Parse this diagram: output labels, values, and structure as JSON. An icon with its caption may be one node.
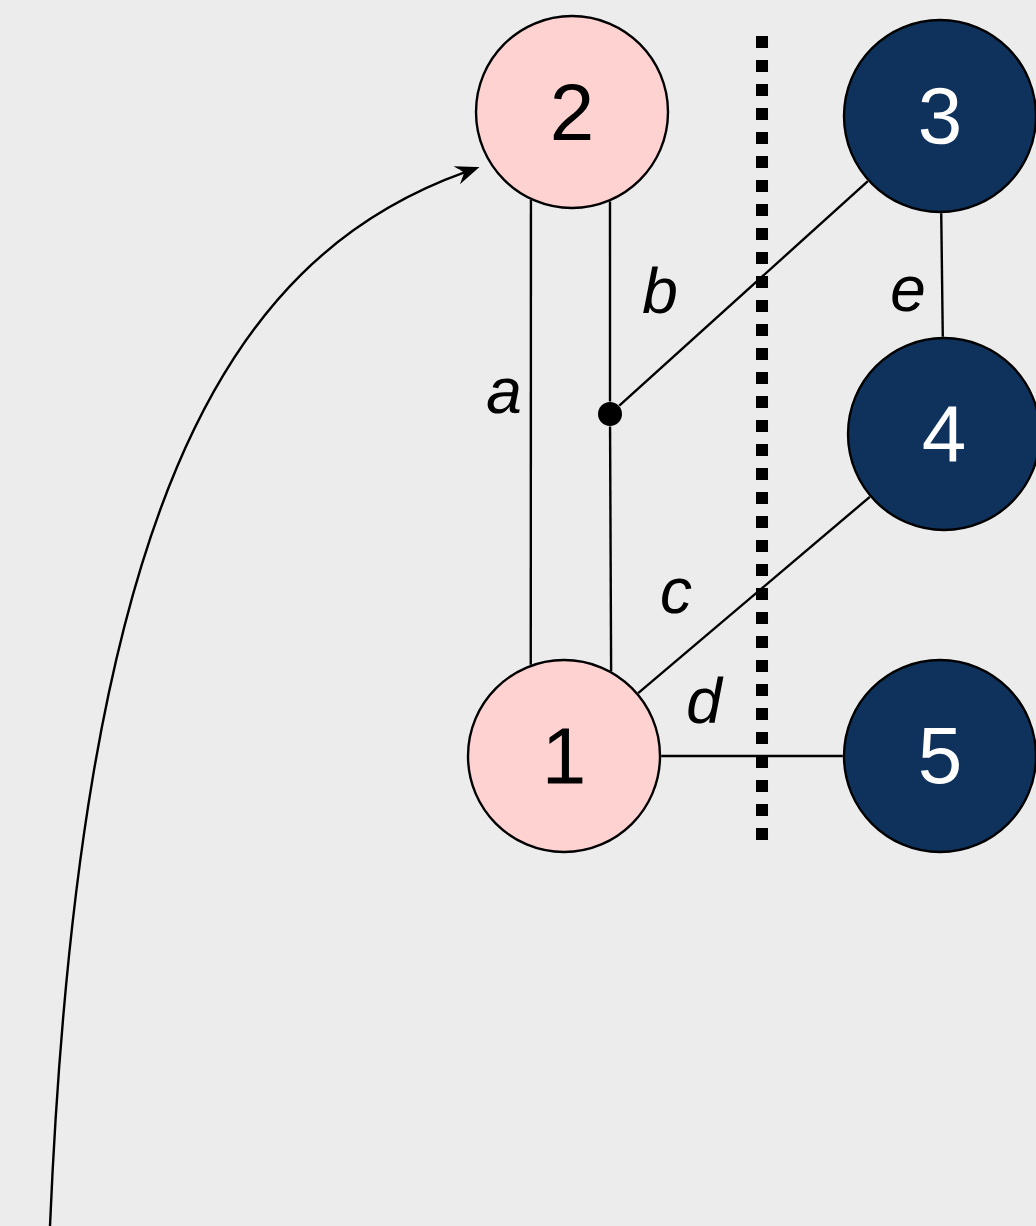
{
  "diagram": {
    "nodes": [
      {
        "text": [
          "1"
        ]
      },
      {
        "text": [
          "2"
        ]
      },
      {
        "text": [
          "3"
        ]
      },
      {
        "text": [
          "4"
        ]
      },
      {
        "text": [
          "5"
        ]
      },
      {
        "text": [],
        "shape": "circle"
      }
    ],
    "edges": [
      {
        "from": 1,
        "to": 0,
        "arrow": "none",
        "label": "a"
      },
      {
        "from": 1,
        "to": 5,
        "arrow": "none"
      },
      {
        "from": 5,
        "to": 0,
        "arrow": "none"
      },
      {
        "from": 2,
        "to": 5,
        "arrow": "none",
        "label": "b"
      },
      {
        "from": 3,
        "to": 0,
        "arrow": "none",
        "label": "c"
      },
      {
        "from": 0,
        "to": 4,
        "arrow": "none",
        "label": "d"
      },
      {
        "from": 2,
        "to": 3,
        "arrow": "none",
        "label": "e"
      },
      {
        "from": null,
        "to": 1,
        "arrow": "to"
      }
    ]
  }
}
